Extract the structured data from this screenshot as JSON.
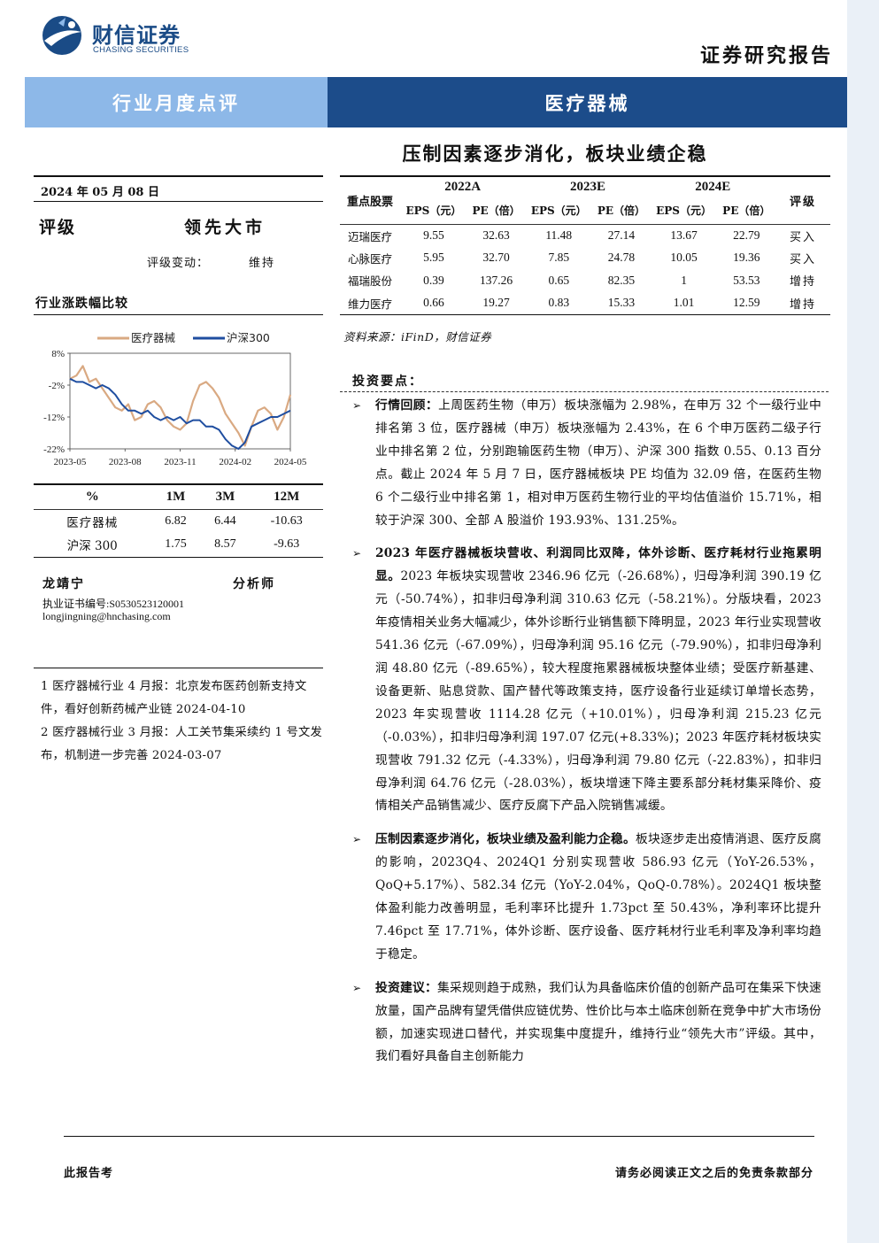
{
  "header": {
    "brand_cn": "财信证券",
    "brand_en": "CHASING SECURITIES",
    "report_type": "证券研究报告",
    "category": "行业月度点评",
    "industry": "医疗器械",
    "headline": "压制因素逐步消化，板块业绩企稳",
    "colors": {
      "band_light": "#8db8e8",
      "band_dark": "#1c4c8a",
      "brand": "#1a4b86"
    }
  },
  "left": {
    "date": "2024 年 05 月 08 日",
    "rating_label": "评级",
    "rating_value": "领先大市",
    "rating_change_label": "评级变动：",
    "rating_change_value": "维持",
    "perf_title": "行业涨跌幅比较",
    "perf_table": {
      "headers": [
        "%",
        "1M",
        "3M",
        "12M"
      ],
      "rows": [
        [
          "医疗器械",
          "6.82",
          "6.44",
          "-10.63"
        ],
        [
          "沪深 300",
          "1.75",
          "8.57",
          "-9.63"
        ]
      ]
    },
    "analyst_name": "龙靖宁",
    "analyst_title": "分析师",
    "license": "执业证书编号:S0530523120001",
    "email": "longjingning@hnchasing.com",
    "related": [
      "1  医疗器械行业 4 月报：北京发布医药创新支持文件，看好创新药械产业链 2024-04-10",
      "2  医疗器械行业 3 月报：人工关节集采续约 1 号文发布，机制进一步完善 2024-03-07"
    ]
  },
  "chart_data": {
    "type": "line",
    "title": "",
    "xlabel": "",
    "ylabel": "",
    "ylim": [
      -22,
      8
    ],
    "yticks": [
      "8%",
      "-2%",
      "-12%",
      "-22%"
    ],
    "xticks": [
      "2023-05",
      "2023-08",
      "2023-11",
      "2024-02",
      "2024-05"
    ],
    "legend": "top",
    "series": [
      {
        "name": "医疗器械",
        "color": "#d9a982",
        "values": [
          0,
          1,
          4,
          -1,
          0,
          -3,
          -6,
          -9,
          -10,
          -8,
          -13,
          -12,
          -8,
          -7,
          -9,
          -13,
          -15,
          -16,
          -14,
          -7,
          -2,
          -1,
          -3,
          -6,
          -11,
          -14,
          -17,
          -21,
          -15,
          -10,
          -9,
          -11,
          -16,
          -12,
          -5
        ]
      },
      {
        "name": "沪深300",
        "color": "#1f4ea0",
        "values": [
          0,
          -1,
          -1,
          -2,
          -3,
          -2,
          -3,
          -5,
          -8,
          -10,
          -10,
          -11,
          -10,
          -12,
          -13,
          -12,
          -13,
          -12,
          -14,
          -13,
          -13,
          -15,
          -15,
          -16,
          -19,
          -21,
          -22,
          -20,
          -15,
          -14,
          -13,
          -12,
          -12,
          -11,
          -10
        ]
      }
    ]
  },
  "stock_table": {
    "col_name": "重点股票",
    "years": [
      "2022A",
      "2023E",
      "2024E"
    ],
    "eps_label": "EPS（元）",
    "pe_label": "PE（倍）",
    "col_rating": "评级",
    "rows": [
      [
        "迈瑞医疗",
        "9.55",
        "32.63",
        "11.48",
        "27.14",
        "13.67",
        "22.79",
        "买入"
      ],
      [
        "心脉医疗",
        "5.95",
        "32.70",
        "7.85",
        "24.78",
        "10.05",
        "19.36",
        "买入"
      ],
      [
        "福瑞股份",
        "0.39",
        "137.26",
        "0.65",
        "82.35",
        "1",
        "53.53",
        "增持"
      ],
      [
        "维力医疗",
        "0.66",
        "19.27",
        "0.83",
        "15.33",
        "1.01",
        "12.59",
        "增持"
      ]
    ]
  },
  "source": "资料来源：iFinD，财信证券",
  "investment": {
    "title": "投资要点：",
    "bullets": [
      {
        "lead": "行情回顾：",
        "text": "上周医药生物（申万）板块涨幅为 2.98%，在申万 32 个一级行业中排名第 3 位，医疗器械（申万）板块涨幅为 2.43%，在 6 个申万医药二级子行业中排名第 2 位，分别跑输医药生物（申万）、沪深 300 指数 0.55、0.13 百分点。截止 2024 年 5 月 7 日，医疗器械板块 PE 均值为 32.09 倍，在医药生物 6 个二级行业中排名第 1，相对申万医药生物行业的平均估值溢价 15.71%，相较于沪深 300、全部 A 股溢价 193.93%、131.25%。"
      },
      {
        "lead": "2023 年医疗器械板块营收、利润同比双降，体外诊断、医疗耗材行业拖累明显。",
        "text": "2023 年板块实现营收 2346.96 亿元（-26.68%），归母净利润 390.19 亿元（-50.74%），扣非归母净利润 310.63 亿元（-58.21%）。分版块看，2023 年疫情相关业务大幅减少，体外诊断行业销售额下降明显，2023 年行业实现营收 541.36 亿元（-67.09%），归母净利润 95.16 亿元（-79.90%），扣非归母净利润 48.80 亿元（-89.65%），较大程度拖累器械板块整体业绩；受医疗新基建、设备更新、贴息贷款、国产替代等政策支持，医疗设备行业延续订单增长态势，2023 年实现营收 1114.28 亿元（+10.01%），归母净利润 215.23 亿元（-0.03%），扣非归母净利润 197.07 亿元(+8.33%)；2023 年医疗耗材板块实现营收 791.32 亿元（-4.33%），归母净利润 79.80 亿元（-22.83%），扣非归母净利润 64.76 亿元（-28.03%），板块增速下降主要系部分耗材集采降价、疫情相关产品销售减少、医疗反腐下产品入院销售减缓。"
      },
      {
        "lead": "压制因素逐步消化，板块业绩及盈利能力企稳。",
        "text": "板块逐步走出疫情消退、医疗反腐的影响，2023Q4、2024Q1 分别实现营收 586.93 亿元（YoY-26.53%，QoQ+5.17%）、582.34 亿元（YoY-2.04%，QoQ-0.78%）。2024Q1 板块整体盈利能力改善明显，毛利率环比提升 1.73pct 至 50.43%，净利率环比提升 7.46pct 至 17.71%，体外诊断、医疗设备、医疗耗材行业毛利率及净利率均趋于稳定。"
      },
      {
        "lead": "投资建议：",
        "text": "集采规则趋于成熟，我们认为具备临床价值的创新产品可在集采下快速放量，国产品牌有望凭借供应链优势、性价比与本土临床创新在竞争中扩大市场份额，加速实现进口替代，并实现集中度提升，维持行业“领先大市”评级。其中，我们看好具备自主创新能力"
      }
    ]
  },
  "footer": {
    "left": "此报告考",
    "right": "请务必阅读正文之后的免责条款部分"
  }
}
